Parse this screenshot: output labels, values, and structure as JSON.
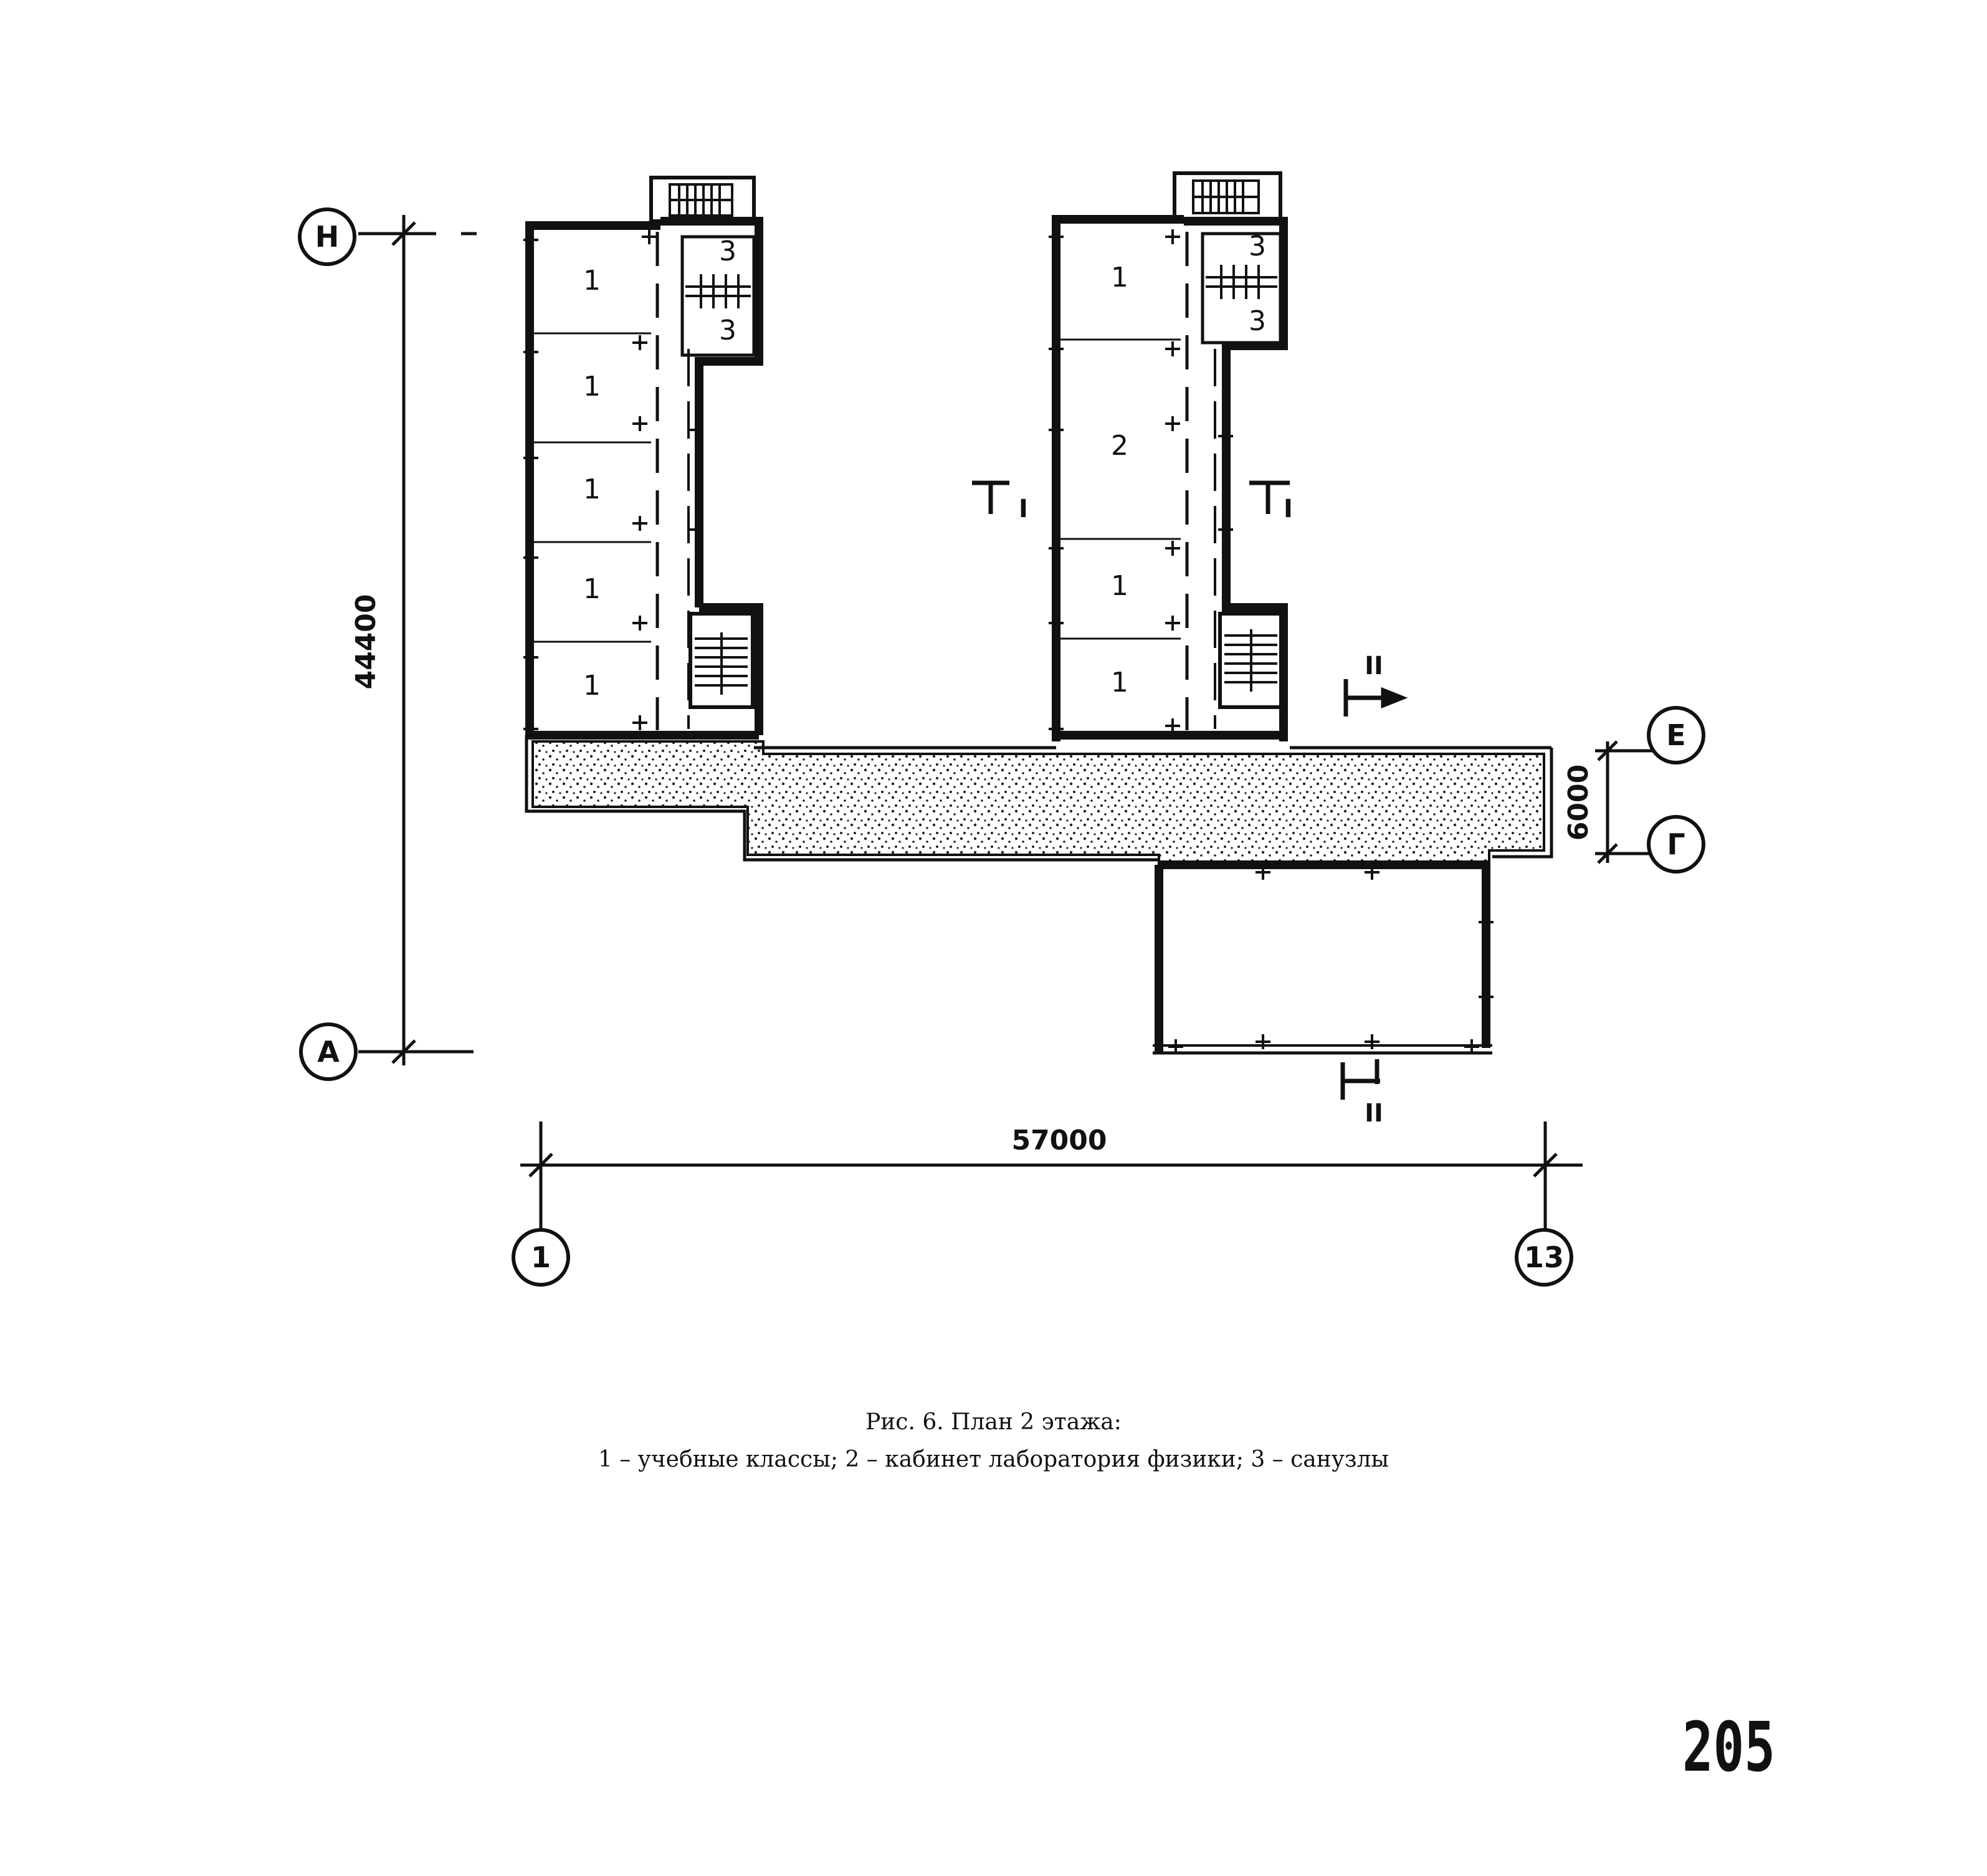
{
  "axes": {
    "row_top": "Н",
    "row_bottom": "А",
    "row_e": "Е",
    "row_g": "Г",
    "col_left": "1",
    "col_right": "13"
  },
  "dimensions": {
    "overall_height": "44400",
    "overall_width": "57000",
    "corridor_width": "6000"
  },
  "sections": {
    "section_1": "I",
    "section_2": "II"
  },
  "rooms": {
    "left_wing": [
      "1",
      "1",
      "1",
      "1",
      "1"
    ],
    "left_wc": [
      "3",
      "3"
    ],
    "right_wing": [
      "1",
      "2",
      "1",
      "1"
    ],
    "right_wc": [
      "3",
      "3"
    ]
  },
  "caption": {
    "title": "Рис. 6. План 2 этажа:",
    "legend": "1 – учебные классы;  2 – кабинет лаборатория физики;  3 – санузлы"
  },
  "page_number": "205"
}
